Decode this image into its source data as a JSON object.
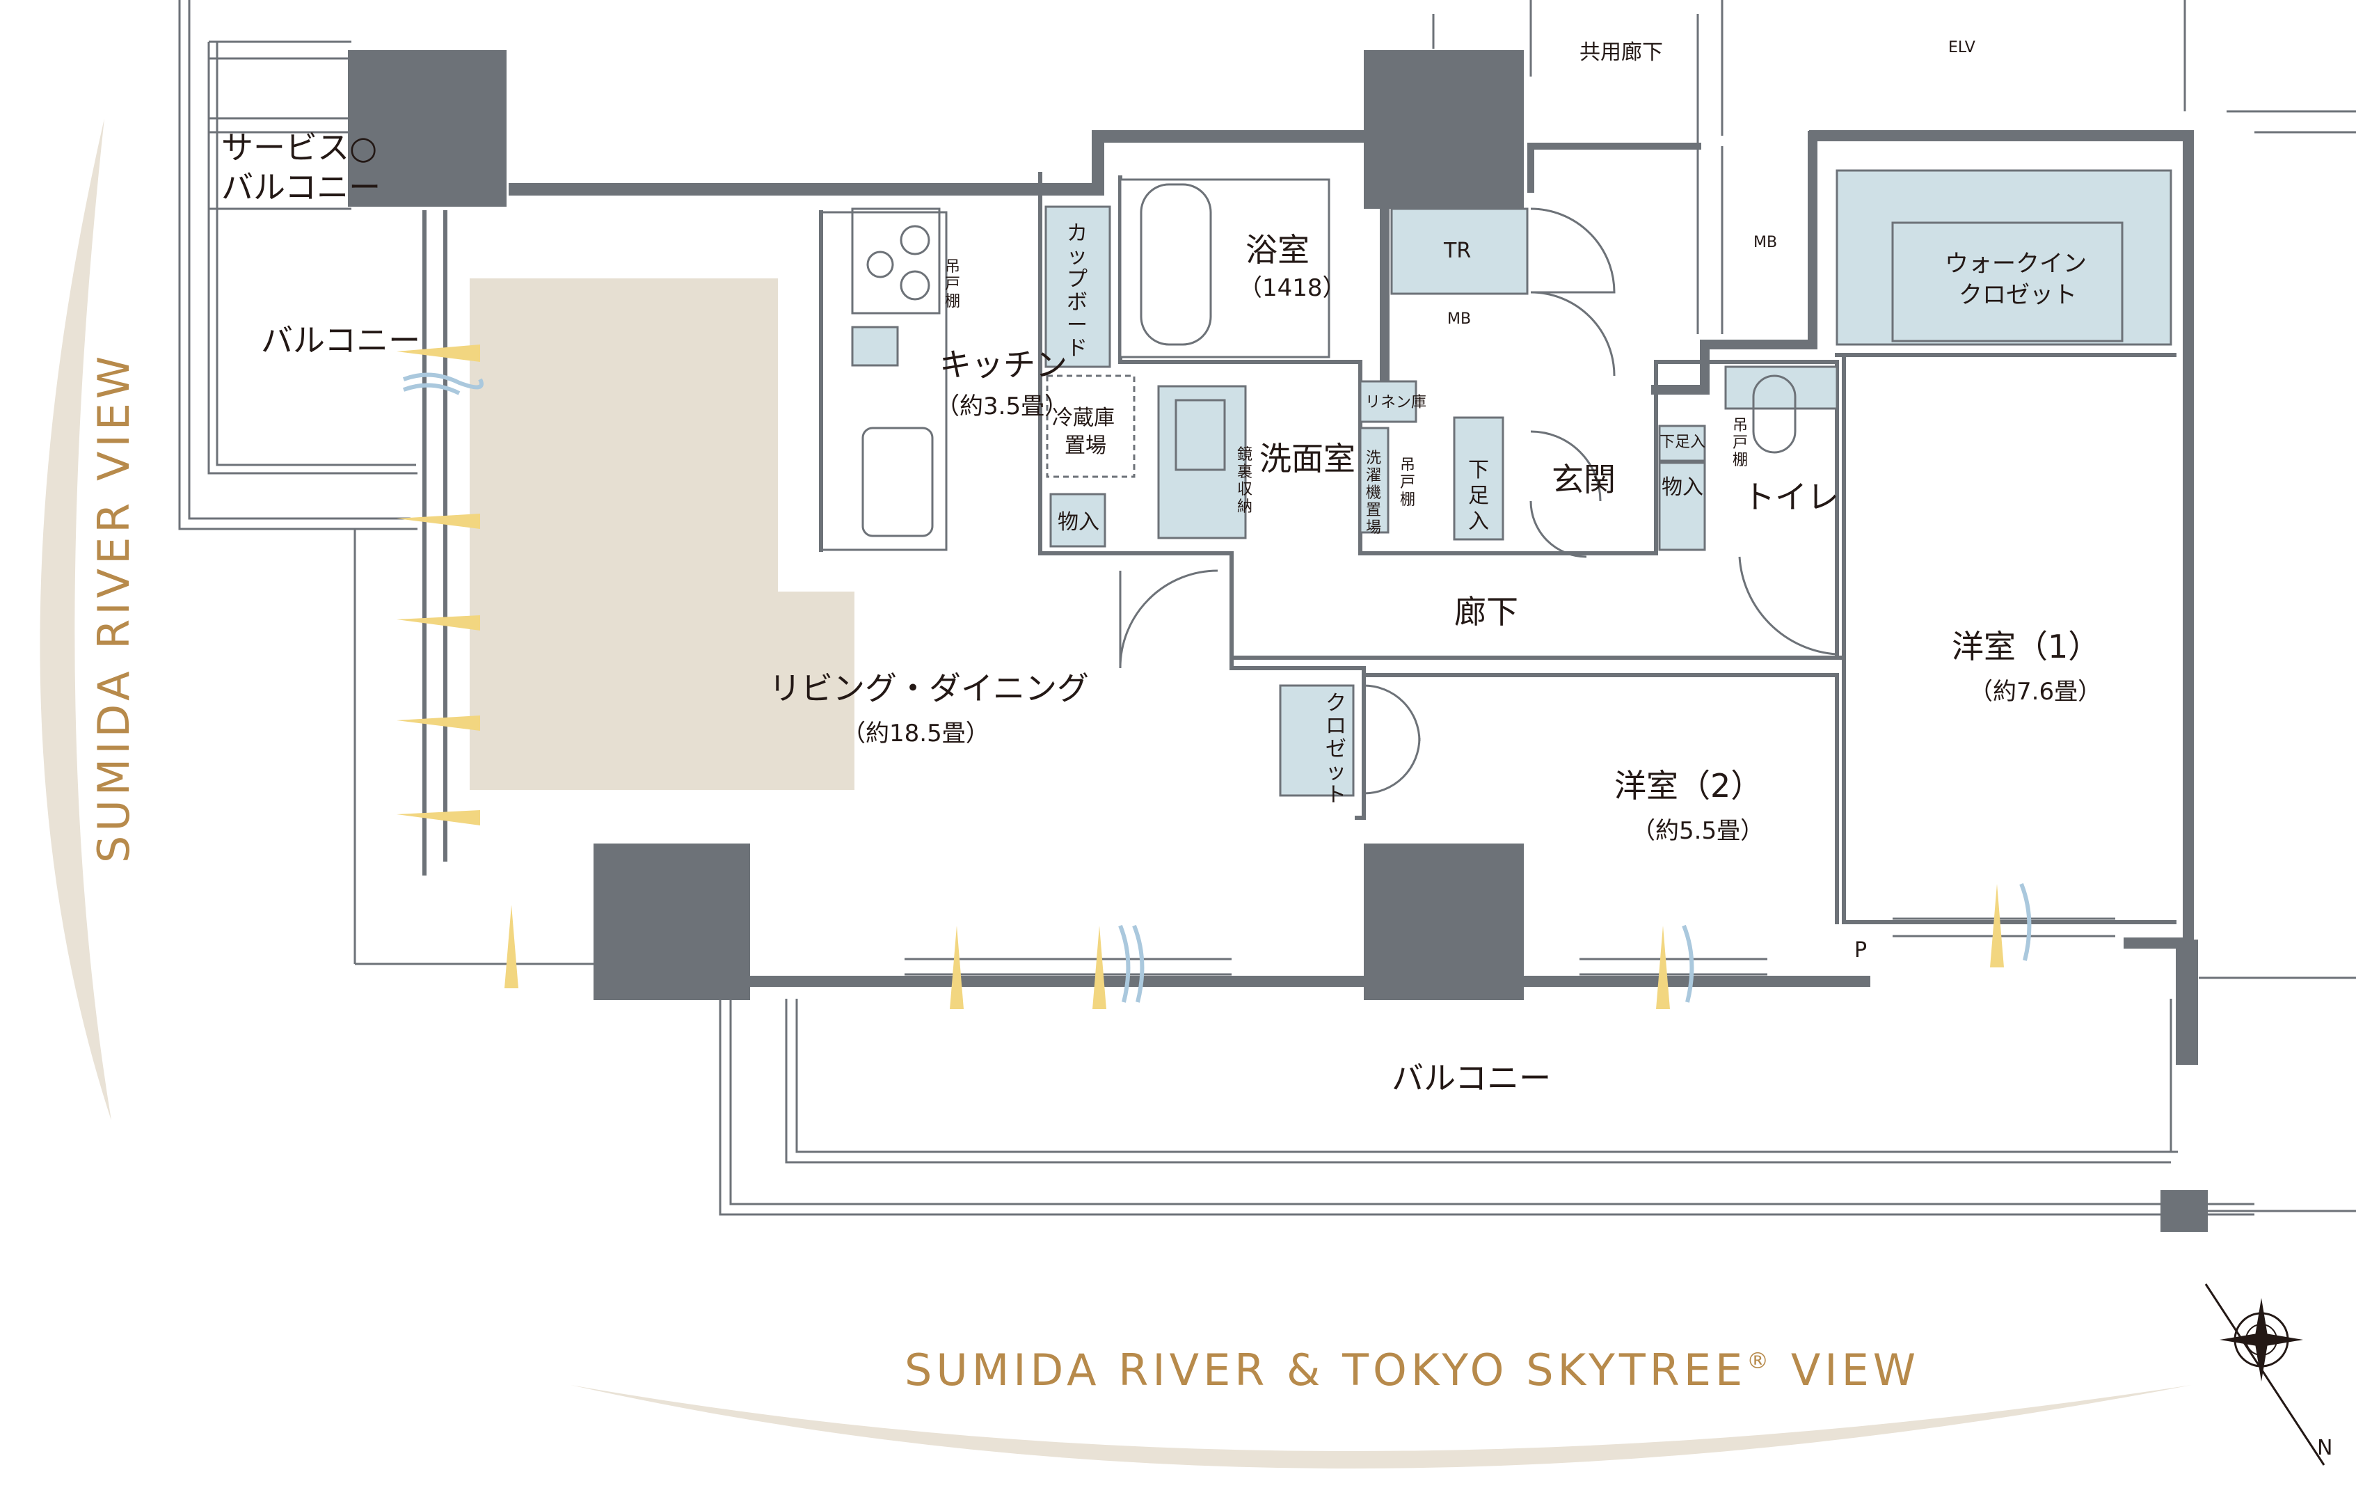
{
  "views": {
    "left": "SUMIDA RIVER VIEW",
    "bottom_main": "SUMIDA RIVER & TOKYO SKYTREE",
    "bottom_mark": "®",
    "bottom_tail": " VIEW"
  },
  "corridor": {
    "shared": "共用廊下",
    "elv": "ELV",
    "mb": "MB"
  },
  "rooms": {
    "service_balcony": [
      "サービス○",
      "バルコニー"
    ],
    "balcony_left": "バルコニー",
    "balcony_bottom": "バルコニー",
    "kitchen": {
      "name": "キッチン",
      "size": "（約3.5畳）"
    },
    "living": {
      "name": "リビング・ダイニング",
      "size": "（約18.5畳）"
    },
    "bath": {
      "name": "浴室",
      "size": "（1418）"
    },
    "washroom": "洗面室",
    "entrance": "玄関",
    "toilet": "トイレ",
    "hallway": "廊下",
    "western1": {
      "name": "洋室（1）",
      "size": "（約7.6畳）"
    },
    "western2": {
      "name": "洋室（2）",
      "size": "（約5.5畳）"
    },
    "walkin": [
      "ウォークイン",
      "クロゼット"
    ]
  },
  "storage": {
    "cupboard": [
      "カ",
      "ッ",
      "プ",
      "ボ",
      "ー",
      "ド"
    ],
    "hanging_kitchen": [
      "吊",
      "戸",
      "棚"
    ],
    "hanging_wash": [
      "吊",
      "戸",
      "棚"
    ],
    "hanging_toilet": [
      "吊",
      "戸",
      "棚"
    ],
    "fridge": [
      "冷蔵庫",
      "置場"
    ],
    "mono_kitchen": "物入",
    "mono_entrance": "物入",
    "linen": "リネン庫",
    "mirror": [
      "鏡",
      "裏",
      "収",
      "納"
    ],
    "washer": [
      "洗",
      "濯",
      "機",
      "置",
      "場"
    ],
    "shoe_large": [
      "下",
      "足",
      "入"
    ],
    "shoe_small": "下足入",
    "closet": [
      "ク",
      "ロ",
      "ゼ",
      "ッ",
      "ト"
    ],
    "tr": "TR",
    "mb_inner": "MB",
    "mb_corridor": "MB",
    "p": "P"
  },
  "compass": {
    "n": "N"
  },
  "colors": {
    "wall": "#6d7278",
    "storage_fill": "#cfe0e6",
    "living_fill": "#e6dfd2",
    "arc": "#e9e2d6",
    "view_text": "#b78a4b",
    "window_light": "#f2d680",
    "wind": "#aac8dd",
    "text": "#231815"
  }
}
